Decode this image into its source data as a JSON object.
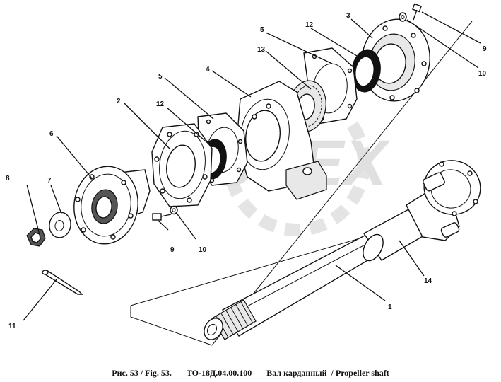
{
  "caption": {
    "figure": "Рис. 53 / Fig. 53.",
    "code": "ТО-18Д.04.00.100",
    "title": "Вал карданный  / Propeller shaft"
  },
  "watermark": {
    "text": "OPEX"
  },
  "callouts": {
    "c1": "1",
    "c2": "2",
    "c3": "3",
    "c4": "4",
    "c5a": "5",
    "c5b": "5",
    "c6": "6",
    "c7": "7",
    "c8": "8",
    "c9a": "9",
    "c9b": "9",
    "c10a": "10",
    "c10b": "10",
    "c11": "11",
    "c12a": "12",
    "c12b": "12",
    "c13": "13",
    "c14": "14"
  }
}
